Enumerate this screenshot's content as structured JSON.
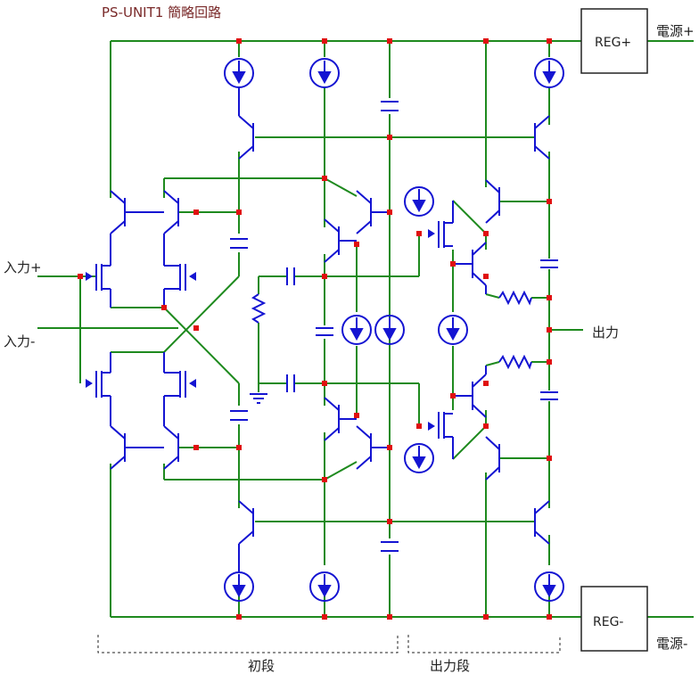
{
  "title": "PS-UNIT1 簡略回路",
  "labels": {
    "power_plus": "電源+",
    "power_minus": "電源-",
    "input_plus": "入力+",
    "input_minus": "入力-",
    "output": "出力",
    "first_stage": "初段",
    "output_stage": "出力段"
  },
  "regulators": {
    "reg_plus": "REG+",
    "reg_minus": "REG-"
  },
  "colors": {
    "wire": "#1e8a1e",
    "component": "#1414d2",
    "node": "#e01010",
    "title": "#7a2a2a",
    "text": "#222222",
    "box": "#222222"
  }
}
